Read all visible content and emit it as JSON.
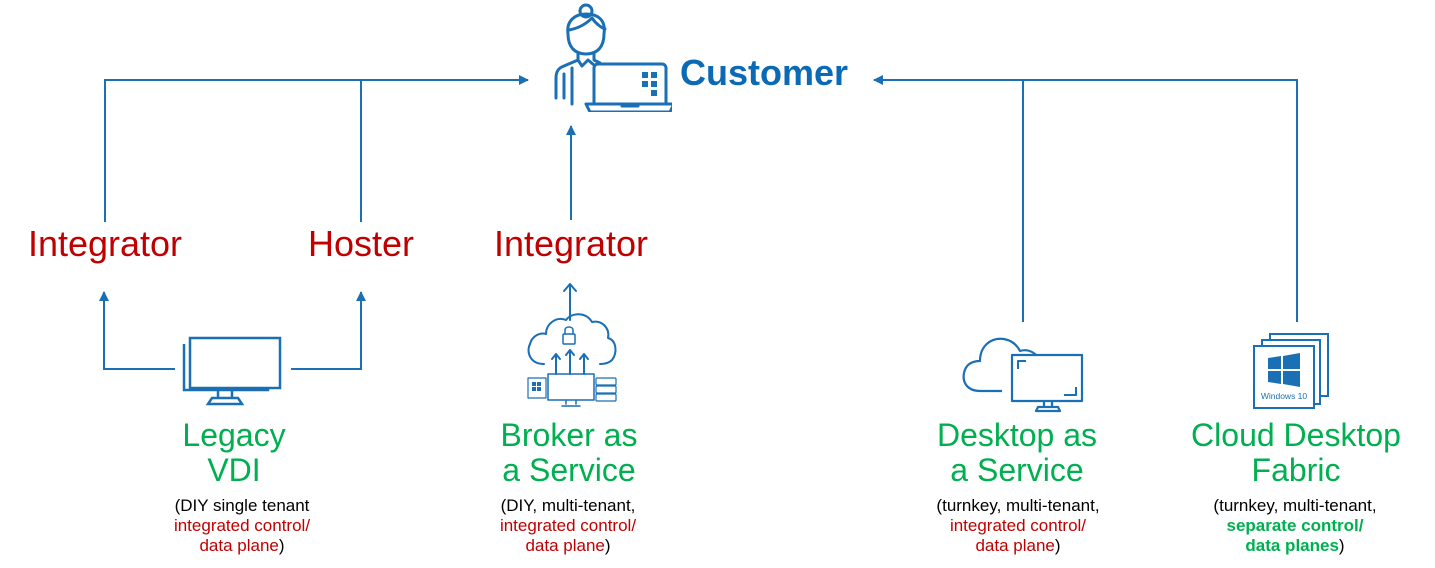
{
  "customer": {
    "label": "Customer"
  },
  "roles": {
    "integrator_left": "Integrator",
    "hoster": "Hoster",
    "integrator_center": "Integrator"
  },
  "models": [
    {
      "title_line1": "Legacy",
      "title_line2": "VDI",
      "desc_line1": "(DIY single tenant",
      "desc_line2": "integrated control/",
      "desc_line3": "data plane",
      "desc_close": ")"
    },
    {
      "title_line1": "Broker as",
      "title_line2": "a Service",
      "desc_line1": "(DIY, multi-tenant,",
      "desc_line2": "integrated control/",
      "desc_line3": "data plane",
      "desc_close": ")"
    },
    {
      "title_line1": "Desktop as",
      "title_line2": "a Service",
      "desc_line1": "(turnkey, multi-tenant,",
      "desc_line2": "integrated control/",
      "desc_line3": "data plane",
      "desc_close": ")"
    },
    {
      "title_line1": "Cloud Desktop",
      "title_line2": "Fabric",
      "desc_line1": "(turnkey, multi-tenant,",
      "desc_line2": "separate control/",
      "desc_line3": "data planes",
      "desc_close": ")"
    }
  ],
  "icons": {
    "windows_badge_text": "Windows 10"
  },
  "colors": {
    "line": "#1a6fb5",
    "customer": "#0a6ab5",
    "role": "#c00000",
    "model": "#00b050"
  }
}
